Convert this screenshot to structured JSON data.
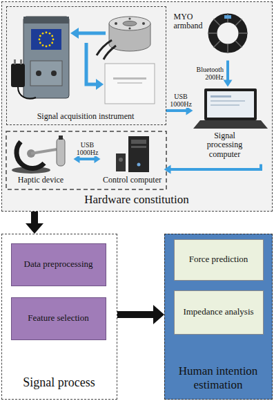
{
  "diagram": {
    "nodes": [
      {
        "text": [
          "Hardware constitution"
        ]
      },
      {
        "text": [
          "Signal acquisition instrument"
        ],
        "in": 0
      },
      {
        "text": [
          "MYO armband"
        ],
        "in": 0
      },
      {
        "text": [
          "Signal processing computer"
        ],
        "in": 0
      },
      {
        "text": [
          "Haptic device"
        ],
        "in": 0
      },
      {
        "text": [
          "Control computer"
        ],
        "in": 0
      },
      {
        "text": [
          "Signal process"
        ]
      },
      {
        "text": [
          "Data preprocessing"
        ],
        "in": 6
      },
      {
        "text": [
          "Feature selection"
        ],
        "in": 6
      },
      {
        "text": [
          "Human intention estimation"
        ]
      },
      {
        "text": [
          "Force prediction"
        ],
        "in": 9
      },
      {
        "text": [
          "Impedance analysis"
        ],
        "in": 9
      }
    ],
    "edges": [
      {
        "from": 1,
        "to": 3,
        "label": "USB 1000Hz",
        "arrow": "to"
      },
      {
        "from": 2,
        "to": 3,
        "label": "Bluetooth 200Hz",
        "arrow": "to"
      },
      {
        "from": 3,
        "to": 5,
        "arrow": "to"
      },
      {
        "from": 4,
        "to": 5,
        "label": "USB 1000Hz",
        "arrow": "both"
      },
      {
        "from": 0,
        "to": 6,
        "arrow": "to"
      },
      {
        "from": 6,
        "to": 9,
        "arrow": "to"
      }
    ]
  }
}
